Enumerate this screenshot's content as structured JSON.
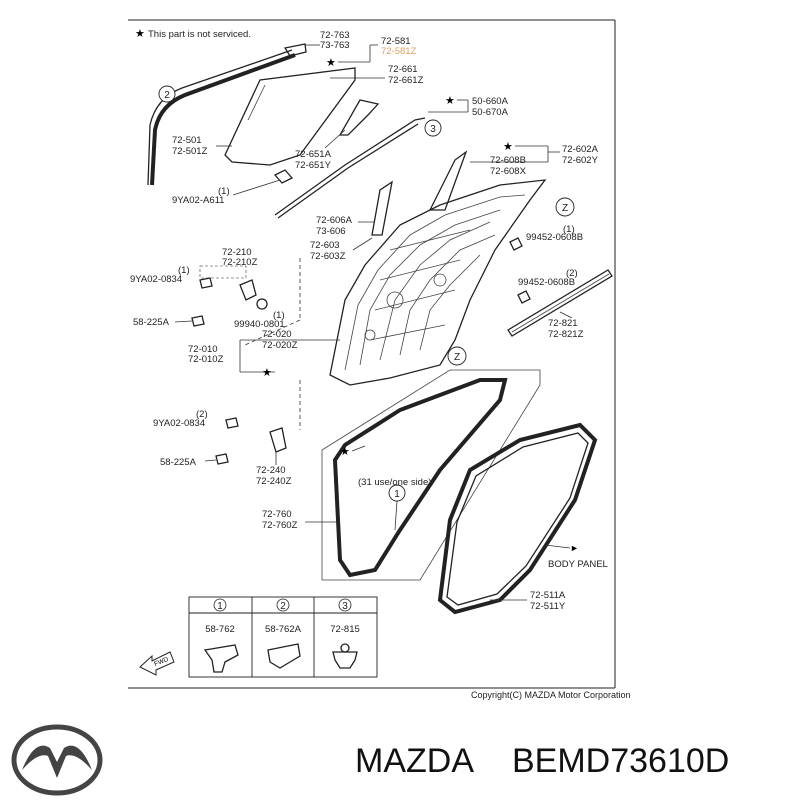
{
  "note": "This part is not serviced.",
  "labels": {
    "l72763": "72-763",
    "l73763": "73-763",
    "l72581": "72-581",
    "l72581z": "72-581Z",
    "l72661": "72-661",
    "l72661z": "72-661Z",
    "l50660a": "50-660A",
    "l50670a": "50-670A",
    "l72501": "72-501",
    "l72501z": "72-501Z",
    "l72651a": "72-651A",
    "l72651y": "72-651Y",
    "l72602a": "72-602A",
    "l72602y": "72-602Y",
    "l72608b": "72-608B",
    "l72608x": "72-608X",
    "l9ya02a611": "9YA02-A611",
    "l72606a": "72-606A",
    "l73606": "73-606",
    "l72603": "72-603",
    "l72603z": "72-603Z",
    "l99452a": "99452-0608B",
    "l99452b": "99452-0608B",
    "l72210": "72-210",
    "l72210z": "72-210Z",
    "l9ya020834a": "9YA02-0834",
    "l58225a_1": "58-225A",
    "l99940": "99940-0801",
    "l72020": "72-020",
    "l72020z": "72-020Z",
    "l72010": "72-010",
    "l72010z": "72-010Z",
    "l72821": "72-821",
    "l72821z": "72-821Z",
    "l9ya020834b": "9YA02-0834",
    "l58225a_2": "58-225A",
    "l72240": "72-240",
    "l72240z": "72-240Z",
    "l31use": "(31 use/one side)",
    "l72760": "72-760",
    "l72760z": "72-760Z",
    "lbody": "BODY PANEL",
    "l72511a": "72-511A",
    "l72511y": "72-511Y",
    "qty1a": "(1)",
    "qty1b": "(1)",
    "qty1c": "(1)",
    "qty1d": "(1)",
    "qty2a": "(2)",
    "qty2b": "(2)"
  },
  "callouts": {
    "c1": "1",
    "c2": "2",
    "c3": "3",
    "z": "Z"
  },
  "table": {
    "headers": [
      "1",
      "2",
      "3"
    ],
    "parts": [
      "58-762",
      "58-762A",
      "72-815"
    ]
  },
  "fwd": "FWD",
  "copyright": "Copyright(C) MAZDA Motor Corporation",
  "brand": "MAZDA",
  "part_number": "BEMD73610D"
}
